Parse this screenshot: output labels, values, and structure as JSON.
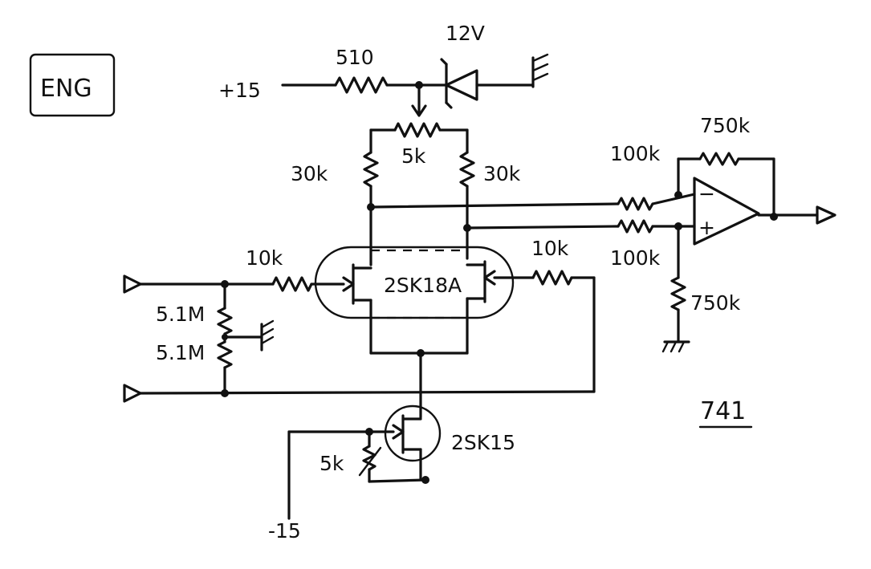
{
  "badge": "ENG",
  "labels": {
    "supply_pos": "+15",
    "supply_neg": "-15",
    "r_510": "510",
    "zener": "12V",
    "pot_top": "5k",
    "r_left_load": "30k",
    "r_right_load": "30k",
    "r_in_left": "10k",
    "r_in_right": "10k",
    "dual_fet": "2SK18A",
    "r_div_top": "5.1M",
    "r_div_bottom": "5.1M",
    "current_source_fet": "2SK15",
    "pot_bottom": "5k",
    "r_opamp_in_top": "100k",
    "r_opamp_in_bottom": "100k",
    "r_feedback": "750k",
    "r_ground": "750k",
    "opamp_part": "741",
    "opamp_minus": "−",
    "opamp_plus": "+"
  }
}
